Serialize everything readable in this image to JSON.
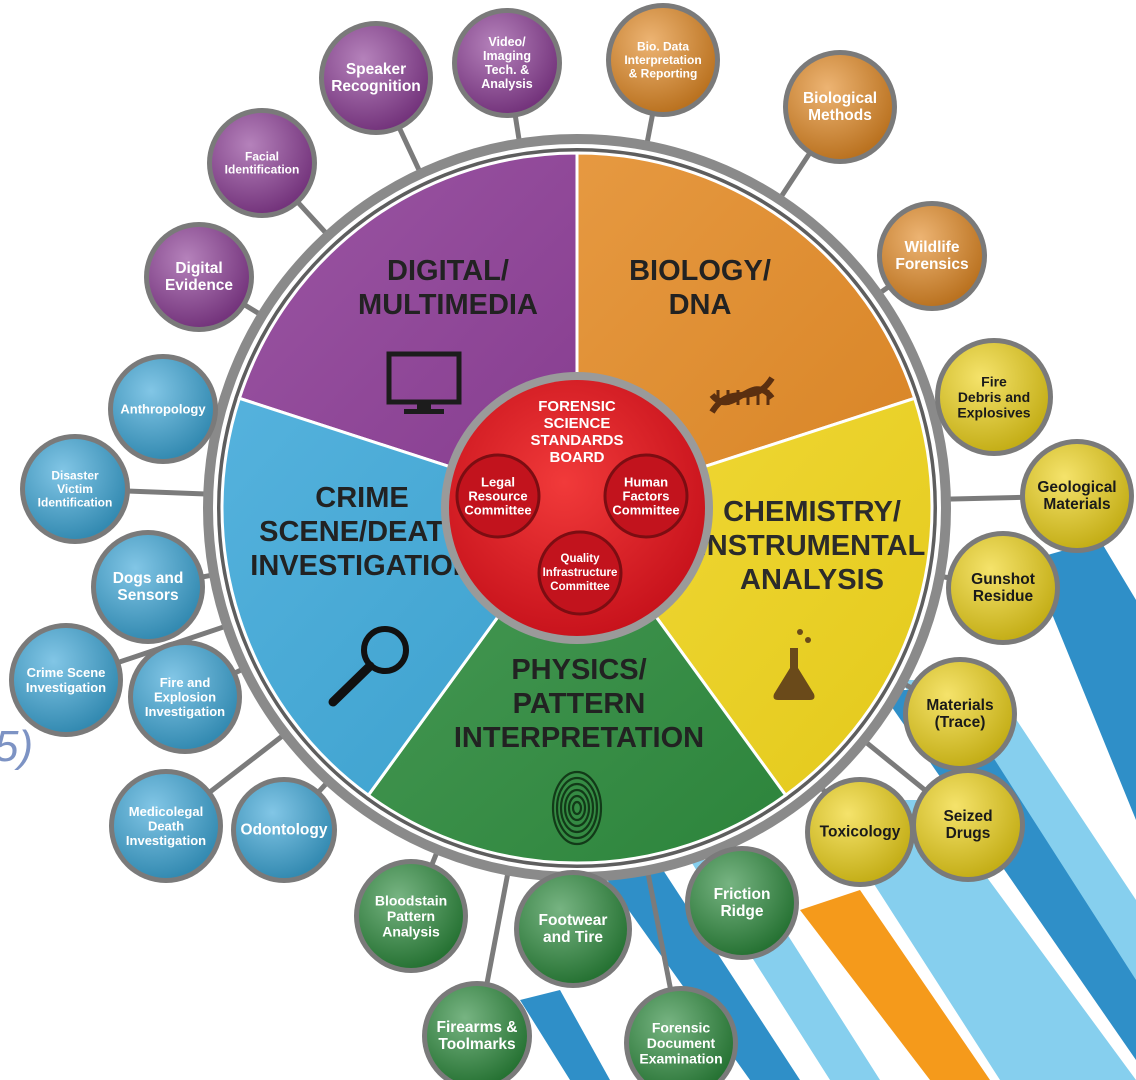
{
  "slide_fragment": "5)",
  "center": {
    "title_lines": [
      "FORENSIC",
      "SCIENCE",
      "STANDARDS",
      "BOARD"
    ],
    "committees": [
      {
        "id": "legal",
        "lines": [
          "Legal",
          "Resource",
          "Committee"
        ]
      },
      {
        "id": "human",
        "lines": [
          "Human",
          "Factors",
          "Committee"
        ]
      },
      {
        "id": "quality",
        "lines": [
          "Quality",
          "Infrastructure",
          "Committee"
        ]
      }
    ]
  },
  "colors": {
    "digital": "#8d3f97",
    "biology": "#e38b27",
    "chemistry": "#efd41c",
    "physics": "#2e8b3e",
    "crime": "#3ea8d8",
    "center": "#e4202a",
    "ring": "#7e7e7e",
    "stripe_blue": "#2f8fc8",
    "stripe_light": "#86cfee",
    "stripe_orange": "#f59a1b"
  },
  "sectors": [
    {
      "id": "digital",
      "lines": [
        "DIGITAL/",
        "MULTIMEDIA"
      ],
      "icon": "monitor-icon"
    },
    {
      "id": "biology",
      "lines": [
        "BIOLOGY/",
        "DNA"
      ],
      "icon": "dna-icon"
    },
    {
      "id": "chemistry",
      "lines": [
        "CHEMISTRY/",
        "INSTRUMENTAL",
        "ANALYSIS"
      ],
      "icon": "flask-icon"
    },
    {
      "id": "physics",
      "lines": [
        "PHYSICS/",
        "PATTERN",
        "INTERPRETATION"
      ],
      "icon": "fingerprint-icon"
    },
    {
      "id": "crime",
      "lines": [
        "CRIME",
        "SCENE/DEATH",
        "INVESTIGATION"
      ],
      "icon": "magnifier-icon"
    }
  ],
  "bubbles": [
    {
      "group": "digital",
      "lines": [
        "Digital",
        "Evidence"
      ]
    },
    {
      "group": "digital",
      "lines": [
        "Facial",
        "Identification"
      ]
    },
    {
      "group": "digital",
      "lines": [
        "Speaker",
        "Recognition"
      ]
    },
    {
      "group": "digital",
      "lines": [
        "Video/",
        "Imaging",
        "Tech. &",
        "Analysis"
      ]
    },
    {
      "group": "biology",
      "lines": [
        "Bio. Data",
        "Interpretation",
        "& Reporting"
      ]
    },
    {
      "group": "biology",
      "lines": [
        "Biological",
        "Methods"
      ]
    },
    {
      "group": "biology",
      "lines": [
        "Wildlife",
        "Forensics"
      ]
    },
    {
      "group": "chemistry",
      "lines": [
        "Fire",
        "Debris and",
        "Explosives"
      ]
    },
    {
      "group": "chemistry",
      "lines": [
        "Geological",
        "Materials"
      ]
    },
    {
      "group": "chemistry",
      "lines": [
        "Gunshot",
        "Residue"
      ]
    },
    {
      "group": "chemistry",
      "lines": [
        "Materials",
        "(Trace)"
      ]
    },
    {
      "group": "chemistry",
      "lines": [
        "Seized",
        "Drugs"
      ]
    },
    {
      "group": "chemistry",
      "lines": [
        "Toxicology"
      ]
    },
    {
      "group": "physics",
      "lines": [
        "Friction",
        "Ridge"
      ]
    },
    {
      "group": "physics",
      "lines": [
        "Forensic",
        "Document",
        "Examination"
      ]
    },
    {
      "group": "physics",
      "lines": [
        "Footwear",
        "and Tire"
      ]
    },
    {
      "group": "physics",
      "lines": [
        "Firearms &",
        "Toolmarks"
      ]
    },
    {
      "group": "physics",
      "lines": [
        "Bloodstain",
        "Pattern",
        "Analysis"
      ]
    },
    {
      "group": "crime",
      "lines": [
        "Odontology"
      ]
    },
    {
      "group": "crime",
      "lines": [
        "Medicolegal",
        "Death",
        "Investigation"
      ]
    },
    {
      "group": "crime",
      "lines": [
        "Fire and",
        "Explosion",
        "Investigation"
      ]
    },
    {
      "group": "crime",
      "lines": [
        "Crime Scene",
        "Investigation"
      ]
    },
    {
      "group": "crime",
      "lines": [
        "Dogs and",
        "Sensors"
      ]
    },
    {
      "group": "crime",
      "lines": [
        "Disaster",
        "Victim",
        "Identification"
      ]
    },
    {
      "group": "crime",
      "lines": [
        "Anthropology"
      ]
    }
  ]
}
